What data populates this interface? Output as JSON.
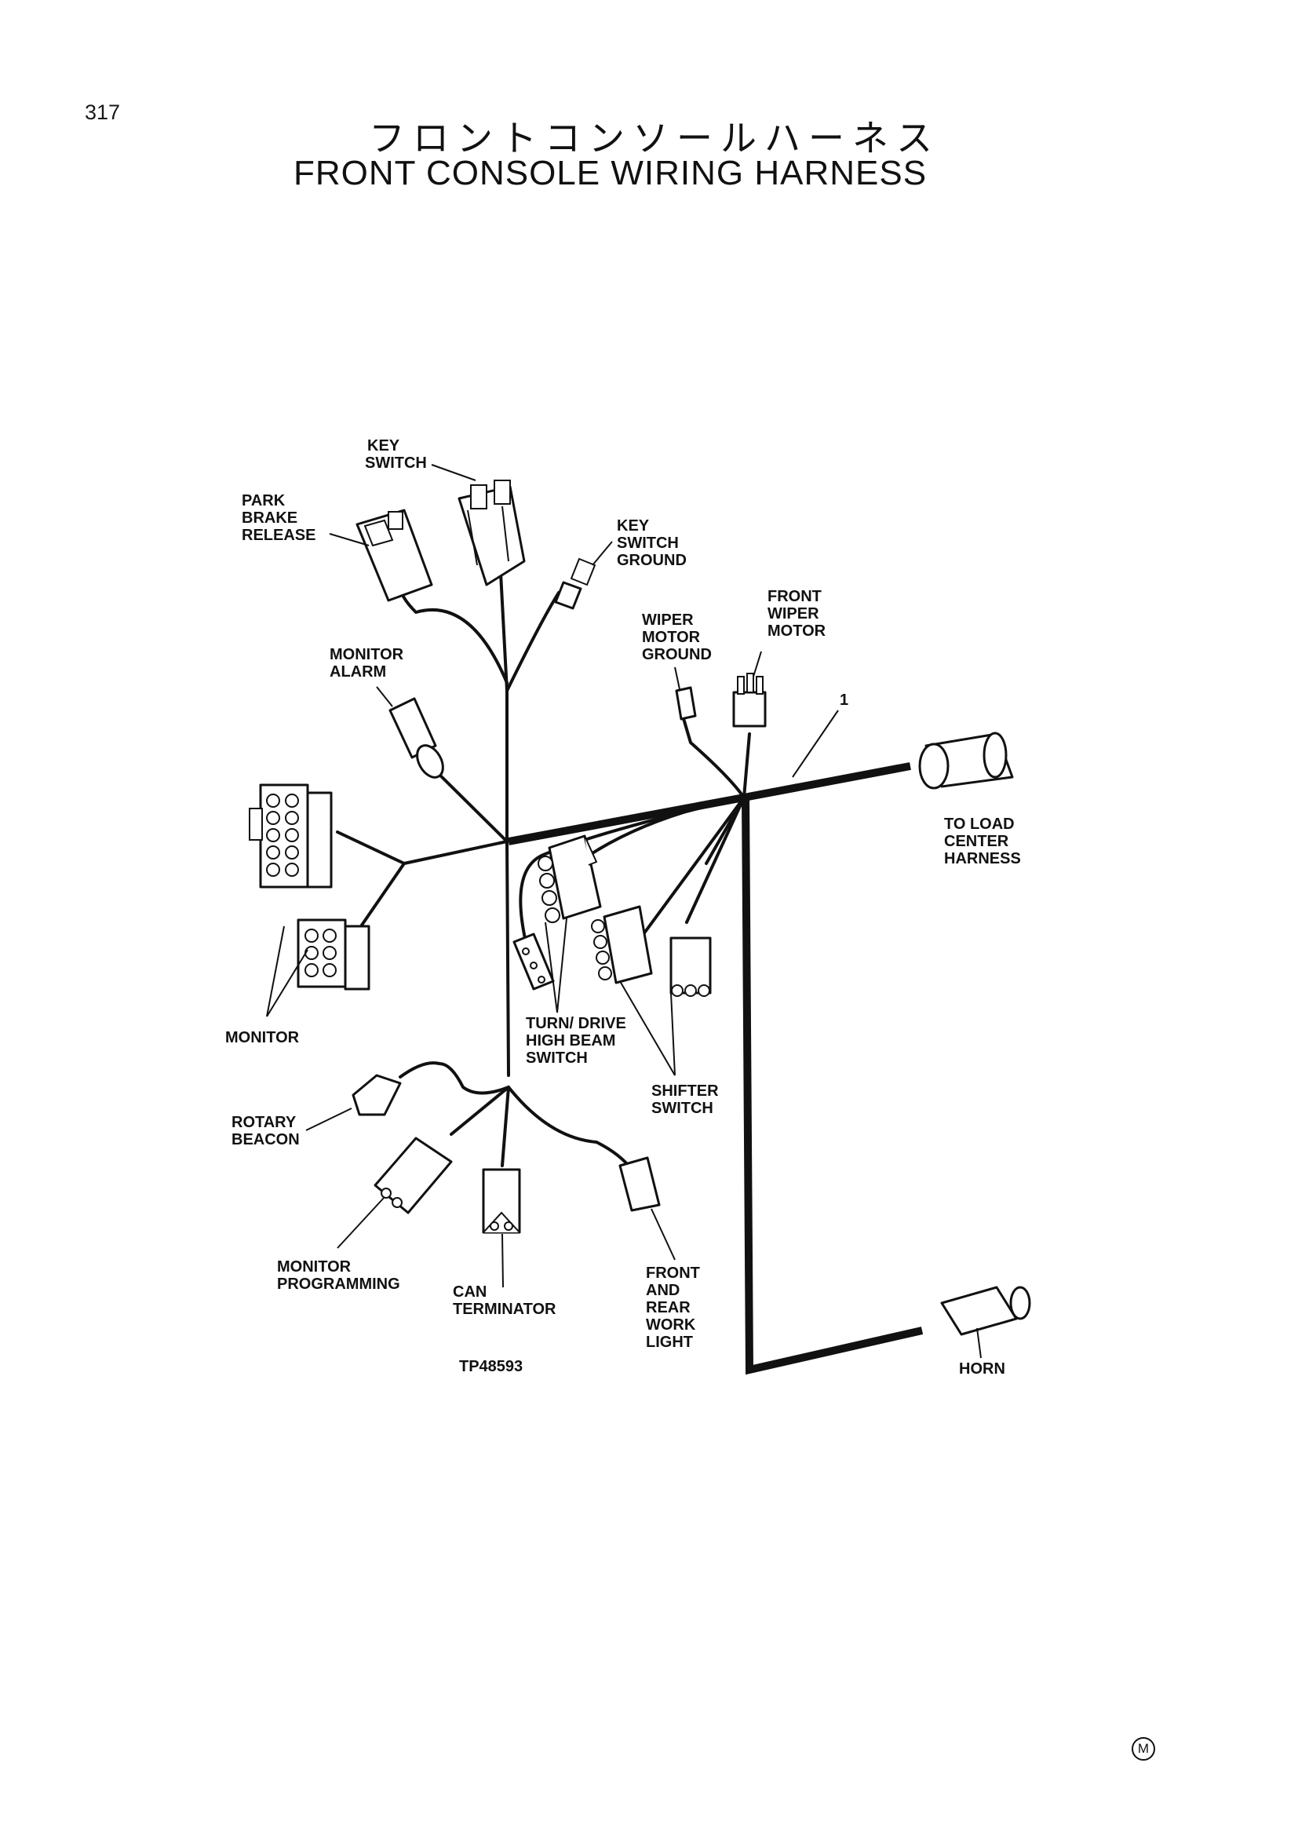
{
  "page_number": "317",
  "title_jp": "フロントコンソールハーネス",
  "title_en": "FRONT CONSOLE WIRING HARNESS",
  "figure_id": "TP48593",
  "callout_number": "1",
  "labels": {
    "key_switch": [
      "KEY",
      "SWITCH"
    ],
    "park_brake_release": [
      "PARK",
      "BRAKE",
      "RELEASE"
    ],
    "key_switch_ground": [
      "KEY",
      "SWITCH",
      "GROUND"
    ],
    "front_wiper_motor": [
      "FRONT",
      "WIPER",
      "MOTOR"
    ],
    "wiper_motor_ground": [
      "WIPER",
      "MOTOR",
      "GROUND"
    ],
    "monitor_alarm": [
      "MONITOR",
      "ALARM"
    ],
    "to_load_center_harness": [
      "TO LOAD",
      "CENTER",
      "HARNESS"
    ],
    "monitor": [
      "MONITOR"
    ],
    "turn_drive_high_beam_switch": [
      "TURN/ DRIVE",
      "HIGH BEAM",
      "SWITCH"
    ],
    "shifter_switch": [
      "SHIFTER",
      "SWITCH"
    ],
    "rotary_beacon": [
      "ROTARY",
      "BEACON"
    ],
    "monitor_programming": [
      "MONITOR",
      "PROGRAMMING"
    ],
    "can_terminator": [
      "CAN",
      "TERMINATOR"
    ],
    "front_and_rear_work_light": [
      "FRONT",
      "AND",
      "REAR",
      "WORK",
      "LIGHT"
    ],
    "horn": [
      "HORN"
    ]
  },
  "registered_mark": "M"
}
